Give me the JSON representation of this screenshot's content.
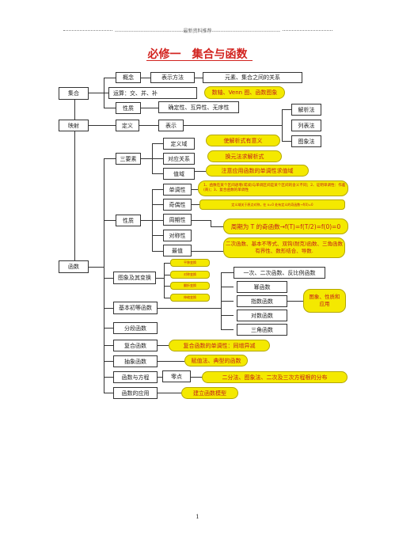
{
  "header": {
    "text": "----------------------------------------最新资料推荐----------------------------------------"
  },
  "title": "必修一　集合与函数",
  "nodes": {
    "jihe": "集合",
    "yingshe": "映射",
    "hanshu": "函数",
    "gainian": "概念",
    "biaoshi_fangfa": "表示方法",
    "yuansu": "元素、集合之间的关系",
    "yunsuan": "运算：交、并、补",
    "shuzhou": "数轴、Venn 图、函数图象",
    "xingzhi1": "性质",
    "queding": "确定性、互异性、无序性",
    "dingyi": "定义",
    "biaoshi": "表示",
    "jiexifa": "解析法",
    "liebiaofa": "列表法",
    "tuxiangfa": "图象法",
    "sanyaosu": "三要素",
    "dingyiyu": "定义域",
    "shijiexi": "使解析式有意义",
    "duiying": "对应关系",
    "huanyuan": "换元法求解析式",
    "zhiyu": "值域",
    "zhuyi": "注意应用函数的单调性求值域",
    "xingzhi2": "性质",
    "danxiaoxing": "单调性",
    "danxiao_note": "1、函数在某个区间递增(或减)与单调区间是某个区间的含义不同；2、证明单调性：作差(商)；3、复合函数的单调性",
    "jioxing": "奇偶性",
    "jioxing_note": "定义域关于原点对称，在 x=0 处有定义的奇函数→f(0)=0",
    "zhouqi": "周期性",
    "zhouqi_note": "周期为 T 的奇函数→f(T)=f(T/2)=f(0)=0",
    "duichen": "对称性",
    "zuizhi": "最值",
    "zuizhi_note": "二次函数、基本不等式、双钩(耐克)函数、三角函数有界性、数形结合、导数.",
    "tuxiang_bianhuan": "图象及其变换",
    "pingyi": "平移变换",
    "duichen_bh": "对称变换",
    "fanzhe": "翻折变换",
    "shensuo": "伸缩变换",
    "yici": "一次、二次函数、反比例函数",
    "mihanshu": "幂函数",
    "zhishu": "指数函数",
    "duishu": "对数函数",
    "sanjiao": "三角函数",
    "tuxiang_xingzhi": "图象、性质和应用",
    "jichu": "基本初等函数",
    "fenduan": "分段函数",
    "fuhe": "复合函数",
    "fuhe_note": "复合函数的单调性：同增异减",
    "chouxiang": "抽象函数",
    "chouxiang_note": "赋值法、典型的函数",
    "fangcheng": "函数与方程",
    "lingdian": "零点",
    "lingdian_note": "二分法、图象法、二次及三次方程根的分布",
    "yingyong": "函数的应用",
    "yingyong_note": "建立函数模型"
  },
  "page_number": "1"
}
